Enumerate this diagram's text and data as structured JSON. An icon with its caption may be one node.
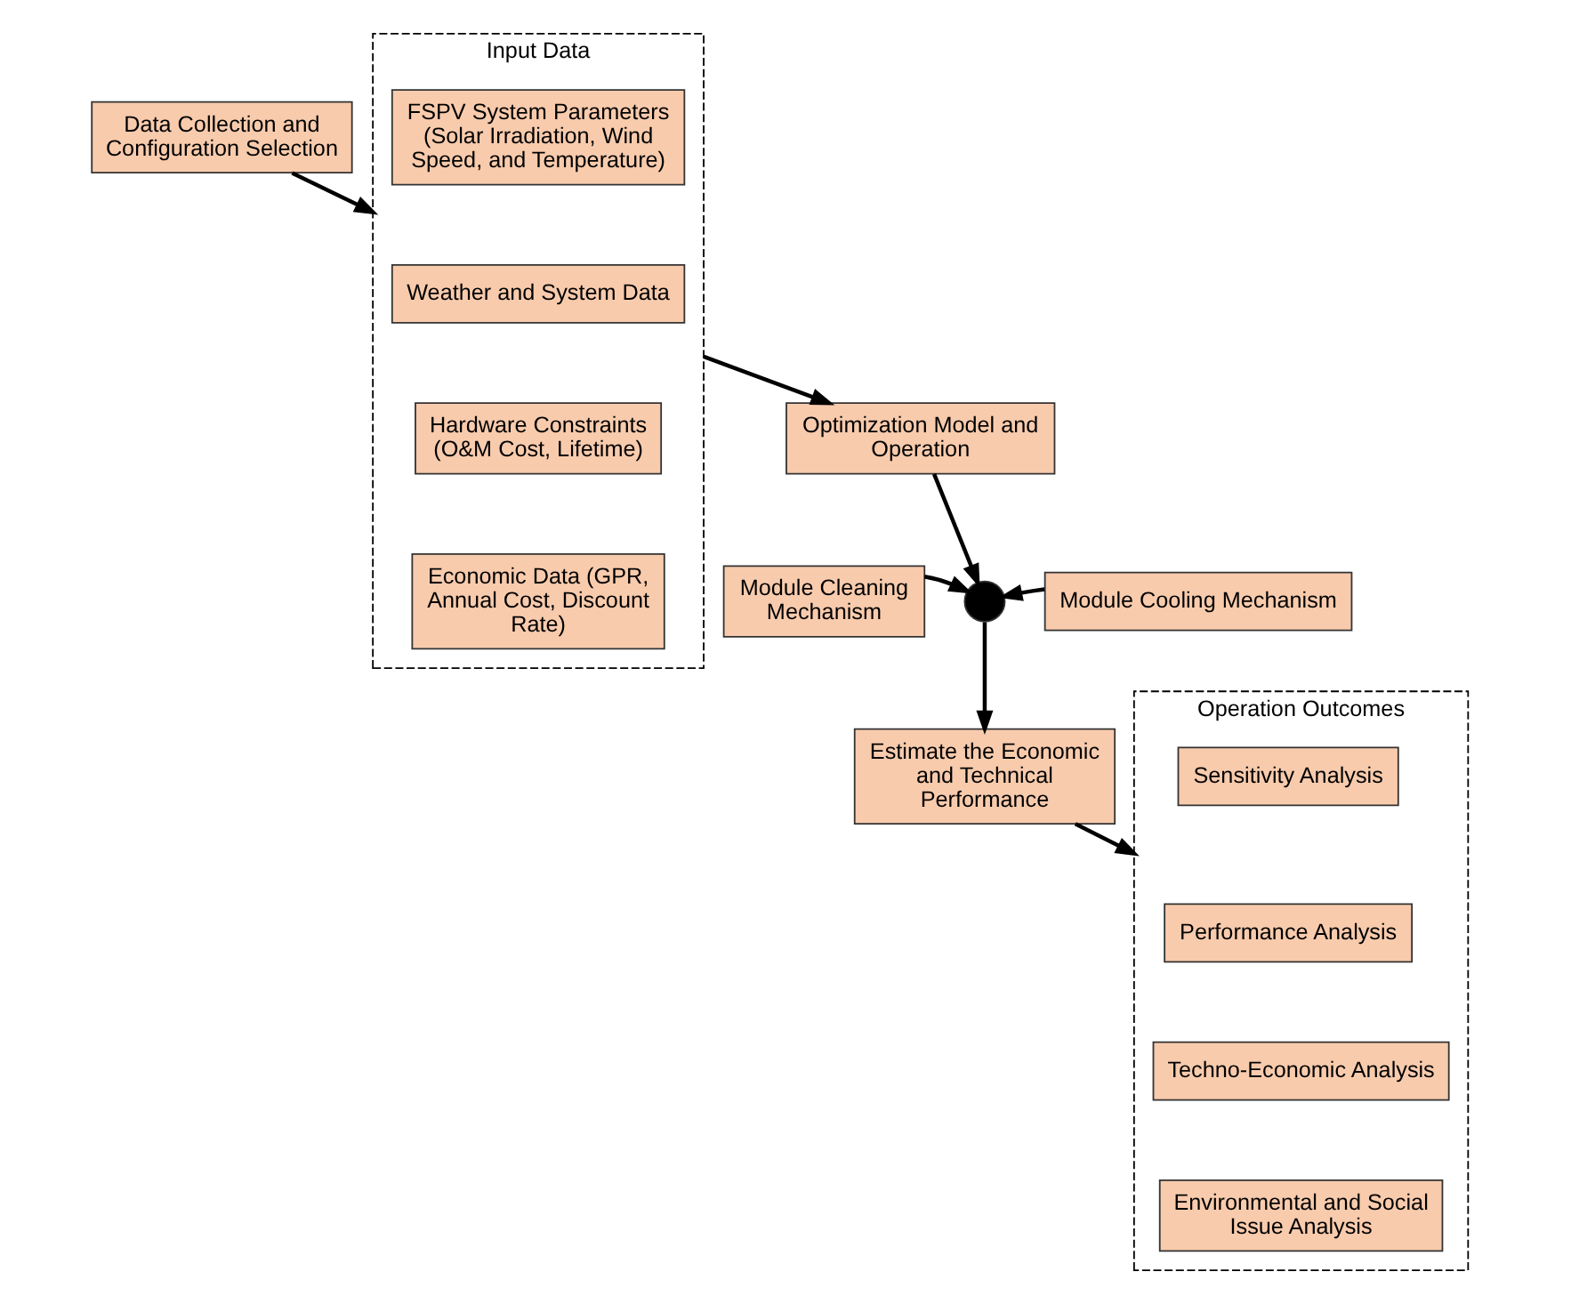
{
  "diagram": {
    "nodes": [
      {
        "text": [
          "Data Collection and Configuration Selection"
        ]
      },
      {
        "text": [
          "Input Data"
        ]
      },
      {
        "text": [
          "FSPV System Parameters (Solar Irradiation, Wind Speed, and Temperature)"
        ],
        "in": 1
      },
      {
        "text": [
          "Weather and System Data"
        ],
        "in": 1
      },
      {
        "text": [
          "Hardware Constraints (O&M Cost, Lifetime)"
        ],
        "in": 1
      },
      {
        "text": [
          "Economic Data (GPR, Annual Cost, Discount Rate)"
        ],
        "in": 1
      },
      {
        "text": [
          "Optimization Model and Operation"
        ]
      },
      {
        "text": [
          "Module Cleaning Mechanism"
        ]
      },
      {
        "text": [],
        "shape": "circle"
      },
      {
        "text": [
          "Module Cooling Mechanism"
        ]
      },
      {
        "text": [
          "Estimate the Economic and Technical Performance"
        ]
      },
      {
        "text": [
          "Operation Outcomes"
        ]
      },
      {
        "text": [
          "Sensitivity Analysis"
        ],
        "in": 11
      },
      {
        "text": [
          "Performance Analysis"
        ],
        "in": 11
      },
      {
        "text": [
          "Techno-Economic Analysis"
        ],
        "in": 11
      },
      {
        "text": [
          "Environmental and Social Issue Analysis"
        ],
        "in": 11
      }
    ],
    "edges": [
      {
        "from": 0,
        "to": 1,
        "arrow": "to"
      },
      {
        "from": 1,
        "to": 6,
        "arrow": "to"
      },
      {
        "from": 6,
        "to": 8,
        "arrow": "to"
      },
      {
        "from": 7,
        "to": 8,
        "arrow": "to"
      },
      {
        "from": 9,
        "to": 8,
        "arrow": "to"
      },
      {
        "from": 8,
        "to": 10,
        "arrow": "to"
      },
      {
        "from": 10,
        "to": 11,
        "arrow": "to"
      }
    ]
  }
}
